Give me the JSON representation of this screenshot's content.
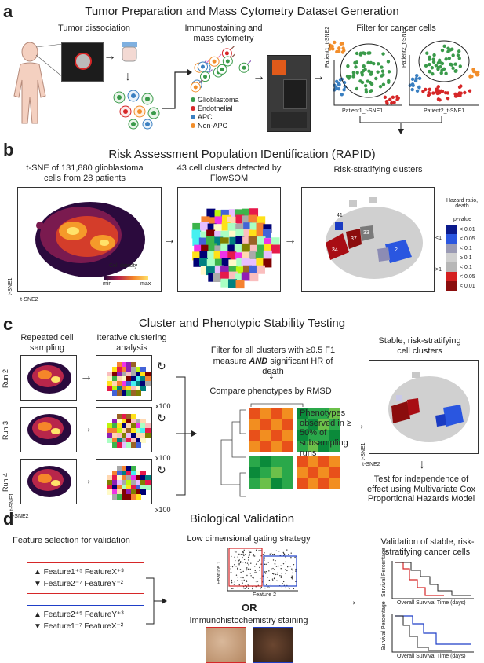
{
  "panel_a": {
    "letter": "a",
    "title": "Tumor Preparation and Mass Cytometry Dataset Generation",
    "step1": "Tumor dissociation",
    "step2": "Immunostaining and mass cytometry",
    "step3": "Filter for cancer cells",
    "legend": [
      {
        "label": "Glioblastoma",
        "color": "#3a9a4a"
      },
      {
        "label": "Endothelial",
        "color": "#d62728"
      },
      {
        "label": "APC",
        "color": "#3a7fc1"
      },
      {
        "label": "Non-APC",
        "color": "#f28e2b"
      }
    ],
    "p1_y": "Patient1_t-SNE2",
    "p1_x": "Patient1_t-SNE1",
    "p2_y": "Patient2_t-SNE2",
    "p2_x": "Patient2_t-SNE1"
  },
  "panel_b": {
    "letter": "b",
    "title": "Risk Assessment Population IDentification (RAPID)",
    "step1": "t-SNE of 131,880 glioblastoma cells from 28 patients",
    "step2": "43 cell clusters detected by FlowSOM",
    "step3": "Risk-stratifying clusters",
    "density_label": "Cell density",
    "min": "min",
    "max": "max",
    "axis_y": "t-SNE1",
    "axis_x": "t-SNE2",
    "hazard_title": "Hazard ratio, death",
    "pvalue_title": "p-value",
    "group_low": "<1",
    "group_high": ">1",
    "legend": [
      {
        "label": "< 0.01",
        "color": "#0b1a8c"
      },
      {
        "label": "< 0.05",
        "color": "#2a56e0"
      },
      {
        "label": "< 0.1",
        "color": "#9a9ab4"
      },
      {
        "label": "≥ 0.1",
        "color": "#cfcfcf"
      },
      {
        "label": "< 0.1",
        "color": "#b7b7b7"
      },
      {
        "label": "< 0.05",
        "color": "#d42020"
      },
      {
        "label": "< 0.01",
        "color": "#8b0d0d"
      }
    ],
    "cluster_labels": [
      "41",
      "37",
      "33",
      "34",
      "2"
    ]
  },
  "panel_c": {
    "letter": "c",
    "title": "Cluster and Phenotypic Stability Testing",
    "step1": "Repeated cell sampling",
    "step2": "Iterative clustering analysis",
    "runs": [
      "Run 2",
      "Run 3",
      "Run 4"
    ],
    "reps": "x100",
    "filter_text_1": "Filter for all clusters with ≥0.5 F1",
    "filter_text_2a": "measure ",
    "filter_text_and": "AND",
    "filter_text_2b": " significant HR of death",
    "compare": "Compare phenotypes by RMSD",
    "pheno_note": "Phenotypes observed in ≥ 50% of subsampling runs",
    "stable_title": "Stable, risk-stratifying cell clusters",
    "test_text": "Test for independence of effect using Multivariate Cox Proportional Hazards Model",
    "axis_y": "t-SNE1",
    "axis_x": "t-SNE2"
  },
  "panel_d": {
    "letter": "d",
    "title": "Biological Validation",
    "feature_sel": "Feature selection for validation",
    "red_line1": "▲ Feature1⁺⁵ FeatureX⁺³",
    "red_line2": "▼ Feature2⁻⁷ FeatureY⁻²",
    "blue_line1": "▲ Feature2⁺⁵ FeatureY⁺³",
    "blue_line2": "▼ Feature1⁻⁷ FeatureX⁻²",
    "gating": "Low dimensional gating strategy",
    "or": "OR",
    "ihc": "Immunohistochemistry staining",
    "feature1": "Feature 1",
    "feature2": "Feature 2",
    "validation": "Validation of stable, risk-stratifying cancer cells",
    "surv_y": "Survival Percentage",
    "surv_x": "Overall Survival Time (days)"
  }
}
